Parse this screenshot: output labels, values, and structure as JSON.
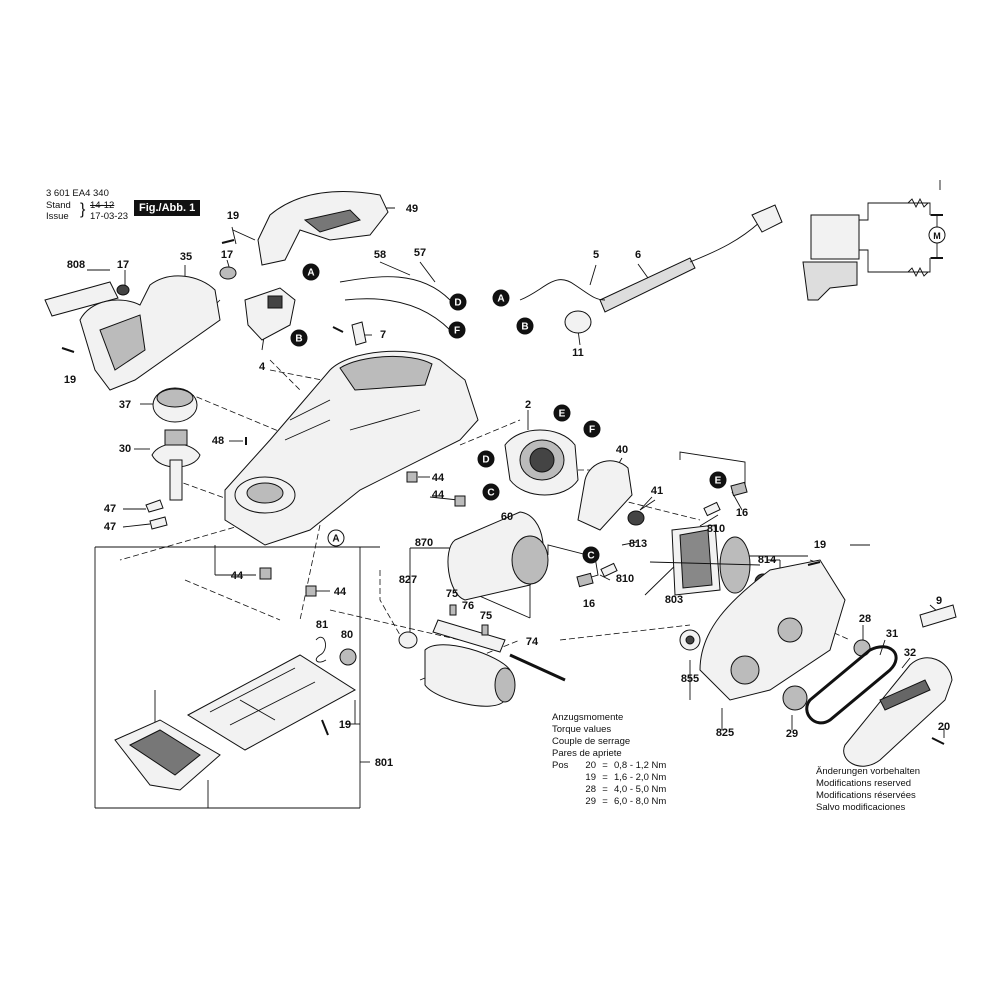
{
  "header": {
    "doc_number": "3 601 EA4 340",
    "stand_label": "Stand",
    "issue_label": "Issue",
    "stand_value": "14-12",
    "issue_value": "17-03-23",
    "figure_label": "Fig./Abb. 1"
  },
  "part_numbers": [
    "19",
    "49",
    "17",
    "808",
    "17",
    "35",
    "58",
    "57",
    "5",
    "6",
    "19",
    "4",
    "7",
    "11",
    "37",
    "2",
    "30",
    "48",
    "40",
    "44",
    "44",
    "41",
    "16",
    "47",
    "60",
    "47",
    "813",
    "810",
    "870",
    "814",
    "19",
    "44",
    "44",
    "827",
    "75",
    "76",
    "75",
    "810",
    "16",
    "803",
    "9",
    "28",
    "31",
    "81",
    "80",
    "32",
    "74",
    "855",
    "19",
    "801",
    "825",
    "29",
    "20"
  ],
  "callouts": [
    "A",
    "D",
    "F",
    "B",
    "A",
    "B",
    "E",
    "F",
    "D",
    "C",
    "E",
    "C",
    "A"
  ],
  "icons": [
    "motor-symbol-icon",
    "plug-icon",
    "switch-icon"
  ],
  "torque": {
    "titles": [
      "Anzugsmomente",
      "Torque values",
      "Couple de serrage",
      "Pares de apriete"
    ],
    "pos_label": "Pos",
    "rows": [
      {
        "pos": "20",
        "range": "0,8 - 1,2 Nm"
      },
      {
        "pos": "19",
        "range": "1,6 - 2,0 Nm"
      },
      {
        "pos": "28",
        "range": "4,0 - 5,0 Nm"
      },
      {
        "pos": "29",
        "range": "6,0 - 8,0 Nm"
      }
    ]
  },
  "changes_note": [
    "Änderungen vorbehalten",
    "Modifications reserved",
    "Modifications réservées",
    "Salvo modificaciones"
  ]
}
